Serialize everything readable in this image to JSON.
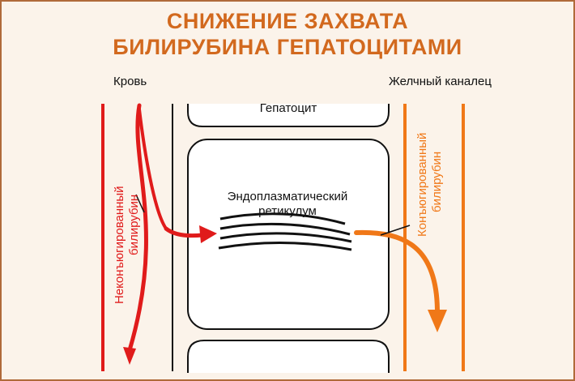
{
  "title": {
    "line1": "СНИЖЕНИЕ ЗАХВАТА",
    "line2": "БИЛИРУБИНА ГЕПАТОЦИТАМИ"
  },
  "labels": {
    "blood": "Кровь",
    "bile_canaliculus": "Желчный каналец",
    "hepatocyte": "Гепатоцит",
    "er_line1": "Эндоплазматический",
    "er_line2": "ретикулум",
    "unconjugated_line1": "Неконъюгированный",
    "unconjugated_line2": "билирубин",
    "conjugated_line1": "Конъюгированный",
    "conjugated_line2": "билирубин"
  },
  "colors": {
    "title": "#d2691e",
    "red": "#e01b1b",
    "orange": "#f07818",
    "frame": "#b06a3a",
    "background": "#fbf3ea"
  }
}
